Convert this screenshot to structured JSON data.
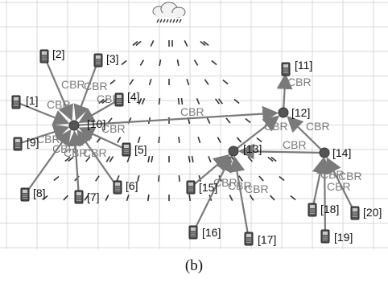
{
  "figure": {
    "caption": "(b)"
  },
  "nodes": [
    {
      "id": "1",
      "label": "[1]"
    },
    {
      "id": "2",
      "label": "[2]"
    },
    {
      "id": "3",
      "label": "[3]"
    },
    {
      "id": "4",
      "label": "[4]"
    },
    {
      "id": "5",
      "label": "[5]"
    },
    {
      "id": "6",
      "label": "[6]"
    },
    {
      "id": "7",
      "label": "[7]"
    },
    {
      "id": "8",
      "label": "[8]"
    },
    {
      "id": "9",
      "label": "[9]"
    },
    {
      "id": "10",
      "label": "[10]"
    },
    {
      "id": "11",
      "label": "[11]"
    },
    {
      "id": "12",
      "label": "[12]"
    },
    {
      "id": "13",
      "label": "[13]"
    },
    {
      "id": "14",
      "label": "[14]"
    },
    {
      "id": "15",
      "label": "[15]"
    },
    {
      "id": "16",
      "label": "[16]"
    },
    {
      "id": "17",
      "label": "[17]"
    },
    {
      "id": "18",
      "label": "[18]"
    },
    {
      "id": "19",
      "label": "[19]"
    },
    {
      "id": "20",
      "label": "[20]"
    }
  ],
  "links": [
    {
      "from": "1",
      "to": "10",
      "label": "CBR"
    },
    {
      "from": "2",
      "to": "10",
      "label": "CBR"
    },
    {
      "from": "3",
      "to": "10",
      "label": "CBR"
    },
    {
      "from": "4",
      "to": "10",
      "label": "CBR"
    },
    {
      "from": "5",
      "to": "10",
      "label": "CBR"
    },
    {
      "from": "6",
      "to": "10",
      "label": "CBR"
    },
    {
      "from": "7",
      "to": "10",
      "label": "CBR"
    },
    {
      "from": "8",
      "to": "10",
      "label": "CBR"
    },
    {
      "from": "9",
      "to": "10",
      "label": "CBR"
    },
    {
      "from": "10",
      "to": "12",
      "label": "CBR"
    },
    {
      "from": "12",
      "to": "11",
      "label": "CBR"
    },
    {
      "from": "13",
      "to": "12",
      "label": "CBR"
    },
    {
      "from": "14",
      "to": "12",
      "label": "CBR"
    },
    {
      "from": "14",
      "to": "13",
      "label": "CBR"
    },
    {
      "from": "15",
      "to": "13",
      "label": "CBR"
    },
    {
      "from": "16",
      "to": "13",
      "label": "CBR"
    },
    {
      "from": "17",
      "to": "13",
      "label": "CBR"
    },
    {
      "from": "18",
      "to": "14",
      "label": "CBR"
    },
    {
      "from": "19",
      "to": "14",
      "label": "CBR"
    },
    {
      "from": "20",
      "to": "14",
      "label": "CBR"
    }
  ],
  "colors": {
    "grid": "#d9d9d9",
    "link": "#7a7a7a",
    "node": "#555555",
    "cbr": "#7a7a7a"
  },
  "icons": {
    "node": "phone-handset-icon",
    "base": "cloud-base-station-icon"
  }
}
